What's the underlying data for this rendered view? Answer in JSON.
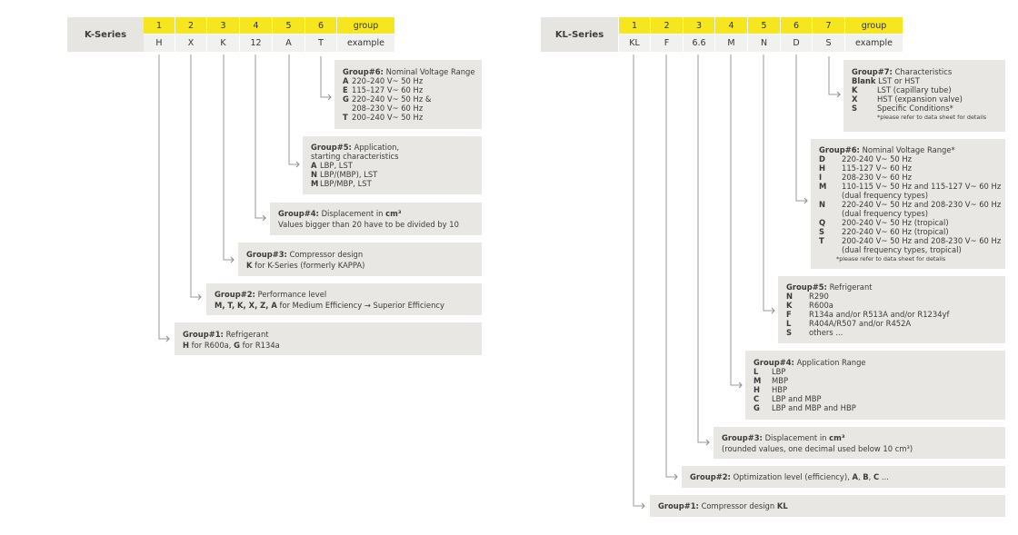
{
  "k_series": {
    "label": "K-Series",
    "numbers": [
      "1",
      "2",
      "3",
      "4",
      "5",
      "6"
    ],
    "group_word": "group",
    "example_word": "example",
    "values": [
      "H",
      "X",
      "K",
      "12",
      "A",
      "T"
    ],
    "groups": {
      "g6": {
        "head_bold": "Group#6:",
        "head": " Nominal Voltage Range",
        "items": [
          {
            "k": "A",
            "v": "220–240 V~ 50 Hz"
          },
          {
            "k": "E",
            "v": "115–127 V~ 60 Hz"
          },
          {
            "k": "G",
            "v": "220–240 V~ 50 Hz &"
          },
          {
            "k": "",
            "v": "208–230 V~ 60 Hz"
          },
          {
            "k": "T",
            "v": "200–240 V~ 50 Hz"
          }
        ]
      },
      "g5": {
        "head_bold": "Group#5:",
        "head": " Application,",
        "head2": "starting characteristics",
        "items": [
          {
            "k": "A",
            "v": "LBP, LST"
          },
          {
            "k": "N",
            "v": "LBP/(MBP), LST"
          },
          {
            "k": "M",
            "v": "LBP/MBP, LST"
          }
        ]
      },
      "g4": {
        "head_bold": "Group#4:",
        "head": " Displacement in ",
        "unit": "cm³",
        "line2": "Values bigger than 20 have to be divided by 10"
      },
      "g3": {
        "head_bold": "Group#3:",
        "head": " Compressor design",
        "line2_bold": "K",
        "line2": " for K-Series (formerly KAPPA)"
      },
      "g2": {
        "head_bold": "Group#2:",
        "head": " Performance level",
        "line2_bold": "M, T, K, X, Z, A",
        "line2": " for Medium Efficiency → Superior Efficiency"
      },
      "g1": {
        "head_bold": "Group#1:",
        "head": " Refrigerant",
        "b1": "H",
        "t1": " for R600a, ",
        "b2": "G",
        "t2": " for R134a"
      }
    }
  },
  "kl_series": {
    "label": "KL-Series",
    "numbers": [
      "1",
      "2",
      "3",
      "4",
      "5",
      "6",
      "7"
    ],
    "group_word": "group",
    "example_word": "example",
    "values": [
      "KL",
      "F",
      "6.6",
      "M",
      "N",
      "D",
      "S"
    ],
    "groups": {
      "g7": {
        "head_bold": "Group#7:",
        "head": " Characteristics",
        "blank_bold": "Blank",
        "blank": " LST or HST",
        "items": [
          {
            "k": "K",
            "v": "LST (capillary tube)"
          },
          {
            "k": "X",
            "v": "HST (expansion valve)"
          },
          {
            "k": "S",
            "v": "Specific Conditions*"
          }
        ],
        "note": "*please refer to data sheet for details"
      },
      "g6": {
        "head_bold": "Group#6:",
        "head": " Nominal Voltage Range*",
        "items": [
          {
            "k": "D",
            "v": "220-240 V~ 50 Hz"
          },
          {
            "k": "H",
            "v": "115-127 V~ 60 Hz"
          },
          {
            "k": "I",
            "v": "208-230 V~ 60 Hz"
          },
          {
            "k": "M",
            "v": "110-115 V~ 50 Hz and 115-127 V~ 60 Hz"
          },
          {
            "k": "",
            "v": "(dual frequency types)"
          },
          {
            "k": "N",
            "v": "220-240 V~ 50 Hz and 208-230 V~ 60 Hz"
          },
          {
            "k": "",
            "v": "(dual frequency types)"
          },
          {
            "k": "Q",
            "v": "200-240 V~ 50 Hz (tropical)"
          },
          {
            "k": "S",
            "v": "220-240 V~ 60 Hz (tropical)"
          },
          {
            "k": "T",
            "v": "200-240 V~ 50 Hz and 208-230 V~ 60 Hz"
          },
          {
            "k": "",
            "v": "(dual frequency types, tropical)"
          }
        ],
        "note": "*please refer to data sheet for details"
      },
      "g5": {
        "head_bold": "Group#5:",
        "head": " Refrigerant",
        "items": [
          {
            "k": "N",
            "v": "R290"
          },
          {
            "k": "K",
            "v": "R600a"
          },
          {
            "k": "F",
            "v": "R134a and/or R513A and/or R1234yf"
          },
          {
            "k": "L",
            "v": "R404A/R507 and/or R452A"
          },
          {
            "k": "S",
            "v": "others ..."
          }
        ]
      },
      "g4": {
        "head_bold": "Group#4:",
        "head": " Application Range",
        "items": [
          {
            "k": "L",
            "v": "LBP"
          },
          {
            "k": "M",
            "v": "MBP"
          },
          {
            "k": "H",
            "v": "HBP"
          },
          {
            "k": "C",
            "v": "LBP and MBP"
          },
          {
            "k": "G",
            "v": "LBP and MBP and HBP"
          }
        ]
      },
      "g3": {
        "head_bold": "Group#3:",
        "head": " Displacement in ",
        "unit": "cm³",
        "line2": "(rounded values, one decimal used below 10 cm³)"
      },
      "g2": {
        "head_bold": "Group#2:",
        "head": " Optimization level (efficiency), ",
        "b1": "A",
        "sep1": ", ",
        "b2": "B",
        "sep2": ", ",
        "b3": "C",
        "tail": " ..."
      },
      "g1": {
        "head_bold": "Group#1:",
        "head": " Compressor design ",
        "b1": "KL"
      }
    }
  },
  "colors": {
    "yellow": "#f6e61f",
    "box_gray": "#e8e7e3",
    "line": "#9a9a9a",
    "text": "#3a3a3a"
  }
}
